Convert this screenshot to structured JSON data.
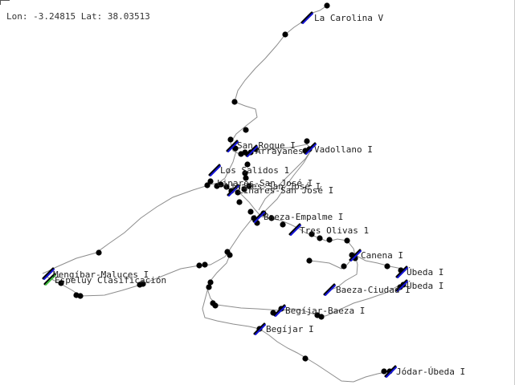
{
  "readout": "Lon: -3.24815 Lat: 38.03513",
  "colors": {
    "background": "#ffffff",
    "line": "#8c8c8c",
    "node": "#000000",
    "station_marker": "#1515d8",
    "station_marker_alt": "#3fbf3f",
    "label": "#222222"
  },
  "stations": [
    {
      "label": "La Carolina V"
    },
    {
      "label": "San Roque I"
    },
    {
      "label": "Arrayanes"
    },
    {
      "label": "Vadollano I"
    },
    {
      "label": "Los Salidos 1"
    },
    {
      "label": "Linares-San José I"
    },
    {
      "label": "Baeza-Empalme I"
    },
    {
      "label": "Tres Olivas 1"
    },
    {
      "label": "Canena I"
    },
    {
      "label": "Úbeda I"
    },
    {
      "label": "Úbeda I"
    },
    {
      "label": "Baeza-Ciudad I"
    },
    {
      "label": "Begíjar-Baeza I"
    },
    {
      "label": "Begíjar I"
    },
    {
      "label": "Jódar-Úbeda I"
    },
    {
      "label": "Mengíbar-Maluces I"
    },
    {
      "label": "Espeluy Clasificación"
    }
  ]
}
